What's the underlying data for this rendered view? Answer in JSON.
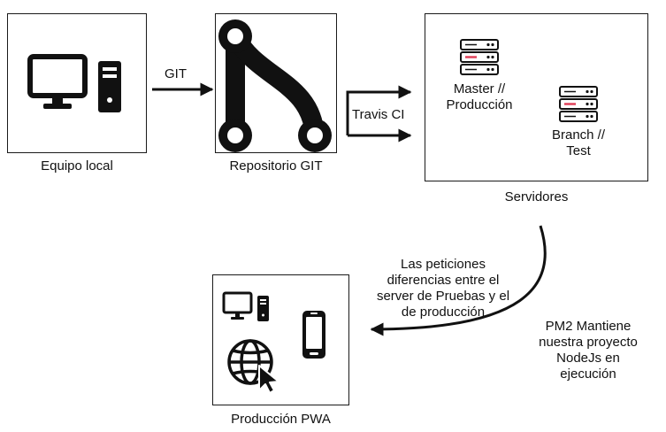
{
  "nodes": {
    "local": {
      "caption": "Equipo local",
      "icon": "desktop-computer-icon"
    },
    "repo": {
      "caption": "Repositorio GIT",
      "icon": "git-branch-icon"
    },
    "servers": {
      "caption": "Servidores",
      "master_label": "Master //\nProducción",
      "branch_label": "Branch //\nTest",
      "icon": "server-icon"
    },
    "pwa": {
      "caption": "Producción PWA",
      "icons": [
        "desktop-computer-icon",
        "smartphone-icon",
        "globe-cursor-icon"
      ]
    }
  },
  "edges": {
    "git": "GIT",
    "travis": "Travis CI",
    "requests": "Las peticiones\ndiferencias entre el\nserver de Pruebas y el\nde producción",
    "pm2": "PM2 Mantiene\nnuestra proyecto\nNodeJs en\nejecución"
  },
  "colors": {
    "stroke": "#111111",
    "server_accent": "#e0425a"
  }
}
